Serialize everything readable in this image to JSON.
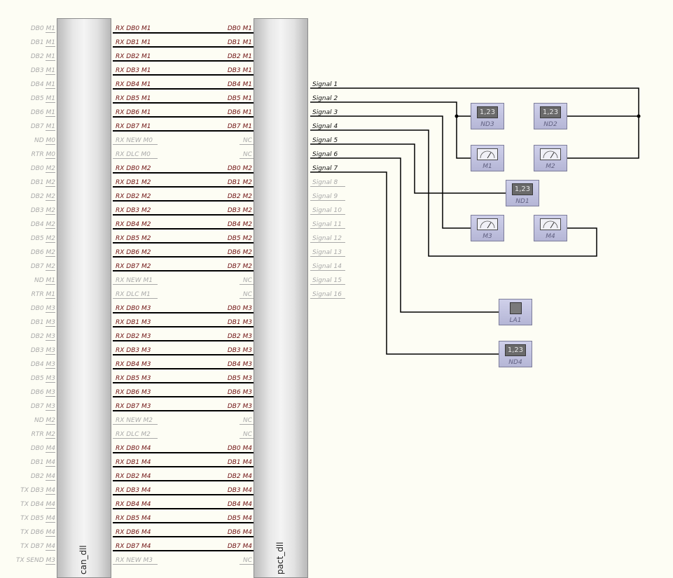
{
  "blocks": {
    "left_title": "can_dll",
    "right_title": "pact_dll"
  },
  "left_labels": [
    "DB0 M1",
    "DB1 M1",
    "DB2 M1",
    "DB3 M1",
    "DB4 M1",
    "DB5 M1",
    "DB6 M1",
    "DB7 M1",
    "ND M0",
    "RTR M0",
    "DB0 M2",
    "DB1 M2",
    "DB2 M2",
    "DB3 M2",
    "DB4 M2",
    "DB5 M2",
    "DB6 M2",
    "DB7 M2",
    "ND M1",
    "RTR M1",
    "DB0 M3",
    "DB1 M3",
    "DB2 M3",
    "DB3 M3",
    "DB4 M3",
    "DB5 M3",
    "DB6 M3",
    "DB7 M3",
    "ND M2",
    "RTR M2",
    "DB0 M4",
    "DB1 M4",
    "DB2 M4",
    "TX DB3 M4",
    "TX DB4 M4",
    "TX DB5 M4",
    "TX DB6 M4",
    "TX DB7 M4",
    "TX SEND M3"
  ],
  "connections": [
    {
      "rx": "RX DB0 M1",
      "db": "DB0 M1",
      "active": true
    },
    {
      "rx": "RX DB1 M1",
      "db": "DB1 M1",
      "active": true
    },
    {
      "rx": "RX DB2 M1",
      "db": "DB2 M1",
      "active": true
    },
    {
      "rx": "RX DB3 M1",
      "db": "DB3 M1",
      "active": true
    },
    {
      "rx": "RX DB4 M1",
      "db": "DB4 M1",
      "active": true
    },
    {
      "rx": "RX DB5 M1",
      "db": "DB5 M1",
      "active": true
    },
    {
      "rx": "RX DB6 M1",
      "db": "DB6 M1",
      "active": true
    },
    {
      "rx": "RX DB7 M1",
      "db": "DB7 M1",
      "active": true
    },
    {
      "rx": "RX NEW M0",
      "db": "NC",
      "active": false
    },
    {
      "rx": "RX DLC M0",
      "db": "NC",
      "active": false
    },
    {
      "rx": "RX DB0 M2",
      "db": "DB0 M2",
      "active": true
    },
    {
      "rx": "RX DB1 M2",
      "db": "DB1 M2",
      "active": true
    },
    {
      "rx": "RX DB2 M2",
      "db": "DB2 M2",
      "active": true
    },
    {
      "rx": "RX DB3 M2",
      "db": "DB3 M2",
      "active": true
    },
    {
      "rx": "RX DB4 M2",
      "db": "DB4 M2",
      "active": true
    },
    {
      "rx": "RX DB5 M2",
      "db": "DB5 M2",
      "active": true
    },
    {
      "rx": "RX DB6 M2",
      "db": "DB6 M2",
      "active": true
    },
    {
      "rx": "RX DB7 M2",
      "db": "DB7 M2",
      "active": true
    },
    {
      "rx": "RX NEW M1",
      "db": "NC",
      "active": false
    },
    {
      "rx": "RX DLC M1",
      "db": "NC",
      "active": false
    },
    {
      "rx": "RX DB0 M3",
      "db": "DB0 M3",
      "active": true
    },
    {
      "rx": "RX DB1 M3",
      "db": "DB1 M3",
      "active": true
    },
    {
      "rx": "RX DB2 M3",
      "db": "DB2 M3",
      "active": true
    },
    {
      "rx": "RX DB3 M3",
      "db": "DB3 M3",
      "active": true
    },
    {
      "rx": "RX DB4 M3",
      "db": "DB4 M3",
      "active": true
    },
    {
      "rx": "RX DB5 M3",
      "db": "DB5 M3",
      "active": true
    },
    {
      "rx": "RX DB6 M3",
      "db": "DB6 M3",
      "active": true
    },
    {
      "rx": "RX DB7 M3",
      "db": "DB7 M3",
      "active": true
    },
    {
      "rx": "RX NEW M2",
      "db": "NC",
      "active": false
    },
    {
      "rx": "RX DLC M2",
      "db": "NC",
      "active": false
    },
    {
      "rx": "RX DB0 M4",
      "db": "DB0 M4",
      "active": true
    },
    {
      "rx": "RX DB1 M4",
      "db": "DB1 M4",
      "active": true
    },
    {
      "rx": "RX DB2 M4",
      "db": "DB2 M4",
      "active": true
    },
    {
      "rx": "RX DB3 M4",
      "db": "DB3 M4",
      "active": true
    },
    {
      "rx": "RX DB4 M4",
      "db": "DB4 M4",
      "active": true
    },
    {
      "rx": "RX DB5 M4",
      "db": "DB5 M4",
      "active": true
    },
    {
      "rx": "RX DB6 M4",
      "db": "DB6 M4",
      "active": true
    },
    {
      "rx": "RX DB7 M4",
      "db": "DB7 M4",
      "active": true
    },
    {
      "rx": "RX NEW M3",
      "db": "NC",
      "active": false
    }
  ],
  "signals": [
    {
      "label": "Signal 1",
      "active": true
    },
    {
      "label": "Signal 2",
      "active": true
    },
    {
      "label": "Signal 3",
      "active": true
    },
    {
      "label": "Signal 4",
      "active": true
    },
    {
      "label": "Signal 5",
      "active": true
    },
    {
      "label": "Signal 6",
      "active": true
    },
    {
      "label": "Signal 7",
      "active": true
    },
    {
      "label": "Signal 8",
      "active": false
    },
    {
      "label": "Signal 9",
      "active": false
    },
    {
      "label": "Signal 10",
      "active": false
    },
    {
      "label": "Signal 11",
      "active": false
    },
    {
      "label": "Signal 12",
      "active": false
    },
    {
      "label": "Signal 13",
      "active": false
    },
    {
      "label": "Signal 14",
      "active": false
    },
    {
      "label": "Signal 15",
      "active": false
    },
    {
      "label": "Signal 16",
      "active": false
    }
  ],
  "devices": [
    {
      "id": "ND3",
      "type": "numeric-display",
      "display": "1,23"
    },
    {
      "id": "ND2",
      "type": "numeric-display",
      "display": "1,23"
    },
    {
      "id": "M1",
      "type": "meter"
    },
    {
      "id": "M2",
      "type": "meter"
    },
    {
      "id": "ND1",
      "type": "numeric-display",
      "display": "1,23"
    },
    {
      "id": "M3",
      "type": "meter"
    },
    {
      "id": "M4",
      "type": "meter"
    },
    {
      "id": "LA1",
      "type": "lamp"
    },
    {
      "id": "ND4",
      "type": "numeric-display",
      "display": "1,23"
    }
  ],
  "colors": {
    "active_label": "#6e1010",
    "inactive_label": "#a9a9a9",
    "wire": "#000000",
    "device_bg": "#c4c5e2"
  }
}
